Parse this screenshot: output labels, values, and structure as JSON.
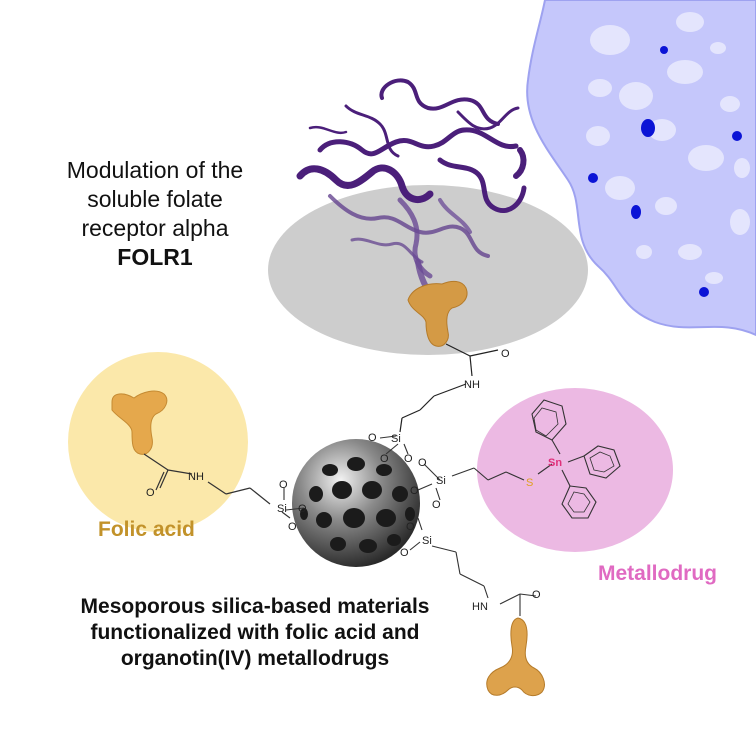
{
  "header": {
    "line1": "Modulation of the",
    "line2": "soluble folate",
    "line3": "receptor alpha",
    "line4": "FOLR1"
  },
  "labels": {
    "folic_acid": "Folic acid",
    "metallodrug": "Metallodrug"
  },
  "caption": {
    "line1": "Mesoporous silica-based materials",
    "line2": "functionalized with folic acid and",
    "line3": "organotin(IV) metallodrugs"
  },
  "atoms": {
    "oxygen": "O",
    "nh": "NH",
    "hn": "HN",
    "silicon": "Si",
    "tin": "Sn",
    "sulfur": "S"
  },
  "colors": {
    "protein": "#4b1f7a",
    "ligand": "#d9a04a",
    "folic_circle": "#fbe7a8",
    "metallo_circle": "#ecb8e3",
    "receptor_shadow": "#cfcfcf",
    "cell": "#c7c8fb",
    "cell_spots": "#0a16d8"
  }
}
